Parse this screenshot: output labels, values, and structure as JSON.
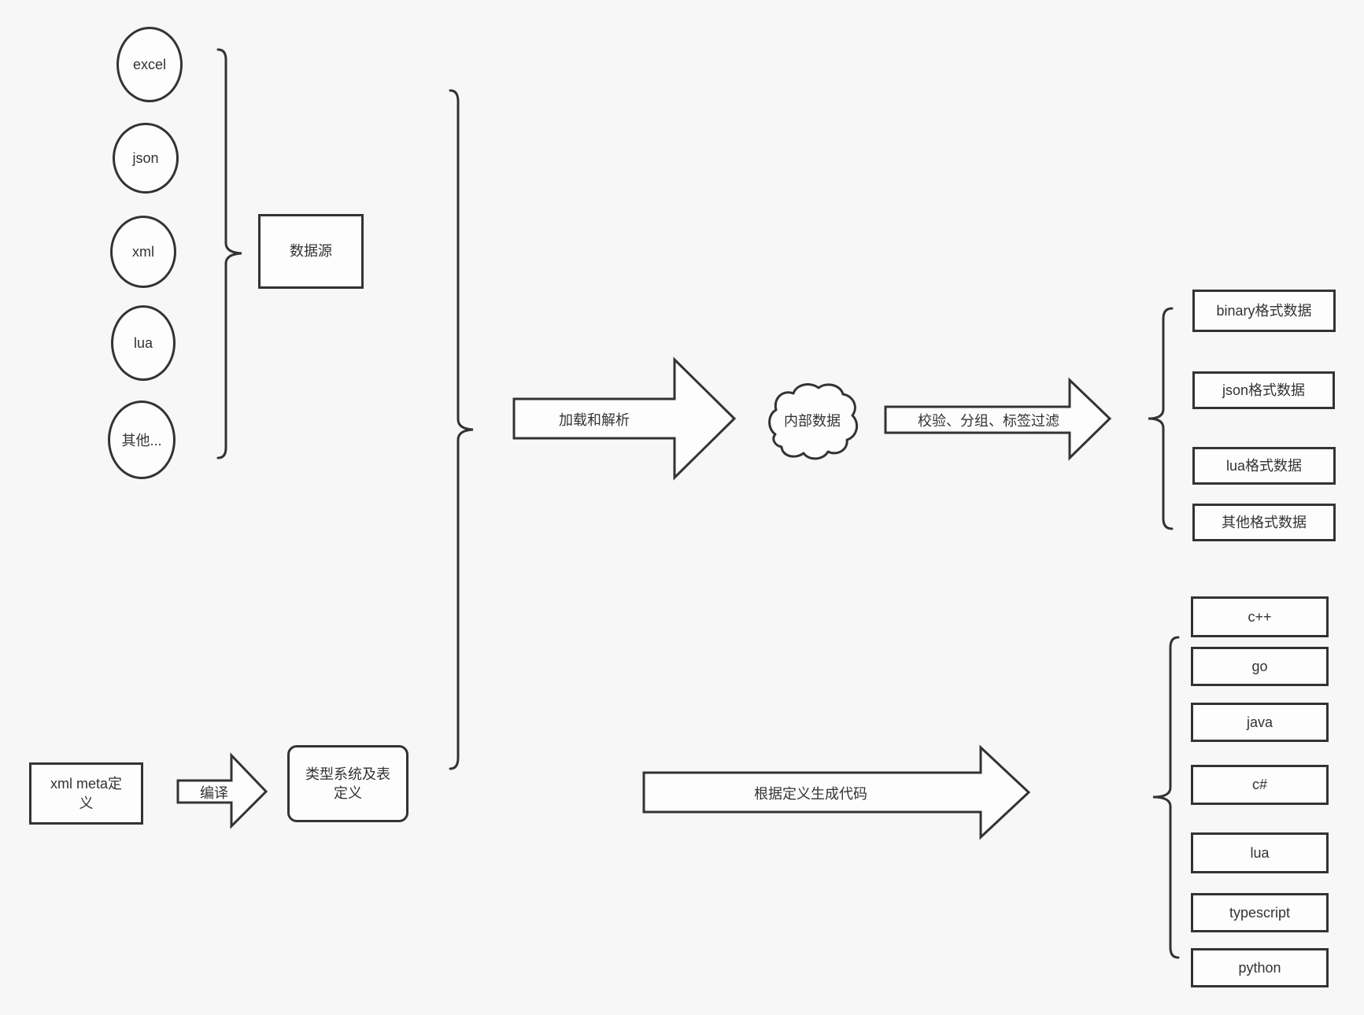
{
  "canvas": {
    "background": "#f7f7f7",
    "line_color": "#333333",
    "shape_fill": "#fdfdfd"
  },
  "sources": {
    "group_label": "数据源",
    "items": [
      {
        "label": "excel"
      },
      {
        "label": "json"
      },
      {
        "label": "xml"
      },
      {
        "label": "lua"
      },
      {
        "label": "其他..."
      }
    ]
  },
  "flow_top": {
    "load_arrow_label": "加载和解析",
    "cloud_label": "内部数据",
    "filter_arrow_label": "校验、分组、标签过滤",
    "outputs": [
      {
        "label": "binary格式数据"
      },
      {
        "label": "json格式数据"
      },
      {
        "label": "lua格式数据"
      },
      {
        "label": "其他格式数据"
      }
    ]
  },
  "flow_bottom": {
    "meta_box_label": "xml meta定义",
    "compile_arrow_label": "编译",
    "type_system_box_label": "类型系统及表定义",
    "generate_arrow_label": "根据定义生成代码",
    "languages": [
      {
        "label": "c++"
      },
      {
        "label": "go"
      },
      {
        "label": "java"
      },
      {
        "label": "c#"
      },
      {
        "label": "lua"
      },
      {
        "label": "typescript"
      },
      {
        "label": "python"
      }
    ]
  }
}
